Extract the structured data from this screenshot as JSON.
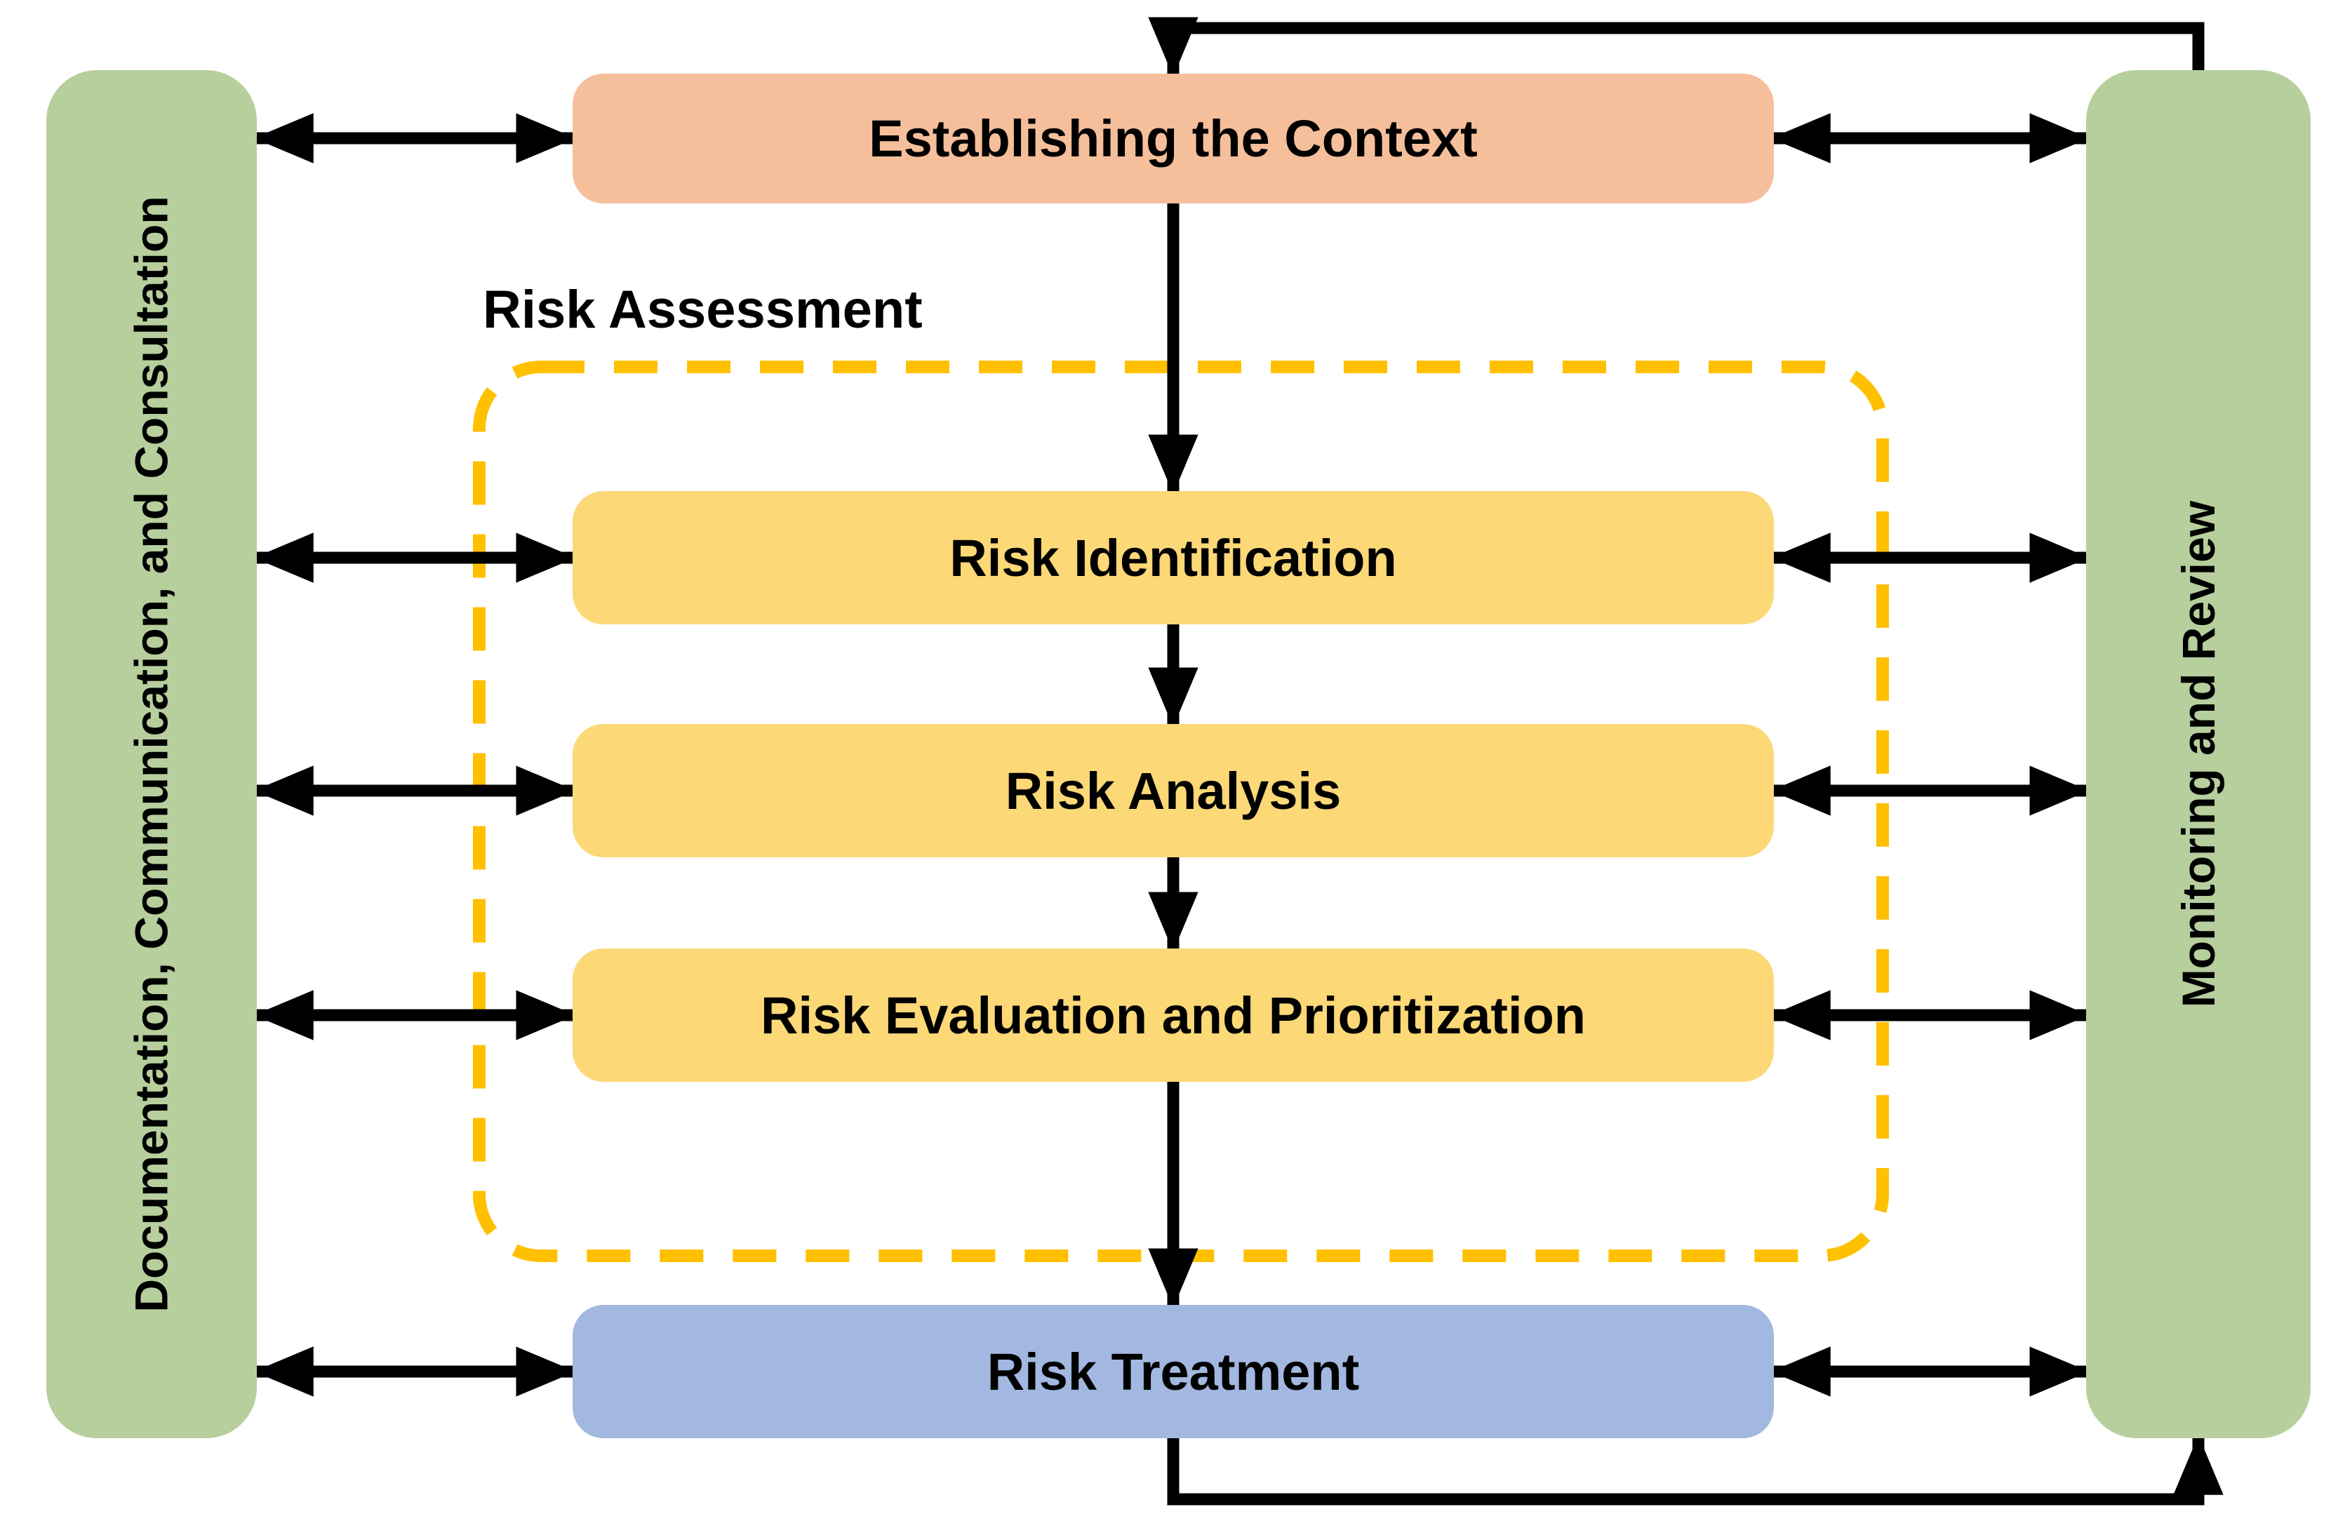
{
  "diagram": {
    "type": "flowchart",
    "group_label": "Risk Assessment",
    "left_bar": {
      "label": "Documentation, Communication, and Consultation"
    },
    "right_bar": {
      "label": "Monitoring and Review"
    },
    "nodes": {
      "context": {
        "label": "Establishing the Context"
      },
      "identification": {
        "label": "Risk Identification"
      },
      "analysis": {
        "label": "Risk Analysis"
      },
      "evaluation": {
        "label": "Risk Evaluation and Prioritization"
      },
      "treatment": {
        "label": "Risk Treatment"
      }
    },
    "colors": {
      "context_fill": "#F5BF9B",
      "assessment_fill": "#FCD877",
      "treatment_fill": "#A2B8E0",
      "bar_fill": "#B6CF9D",
      "group_border": "#FFC000",
      "arrow": "#000000",
      "label_text": "#000000",
      "background": "#FFFFFF"
    }
  }
}
